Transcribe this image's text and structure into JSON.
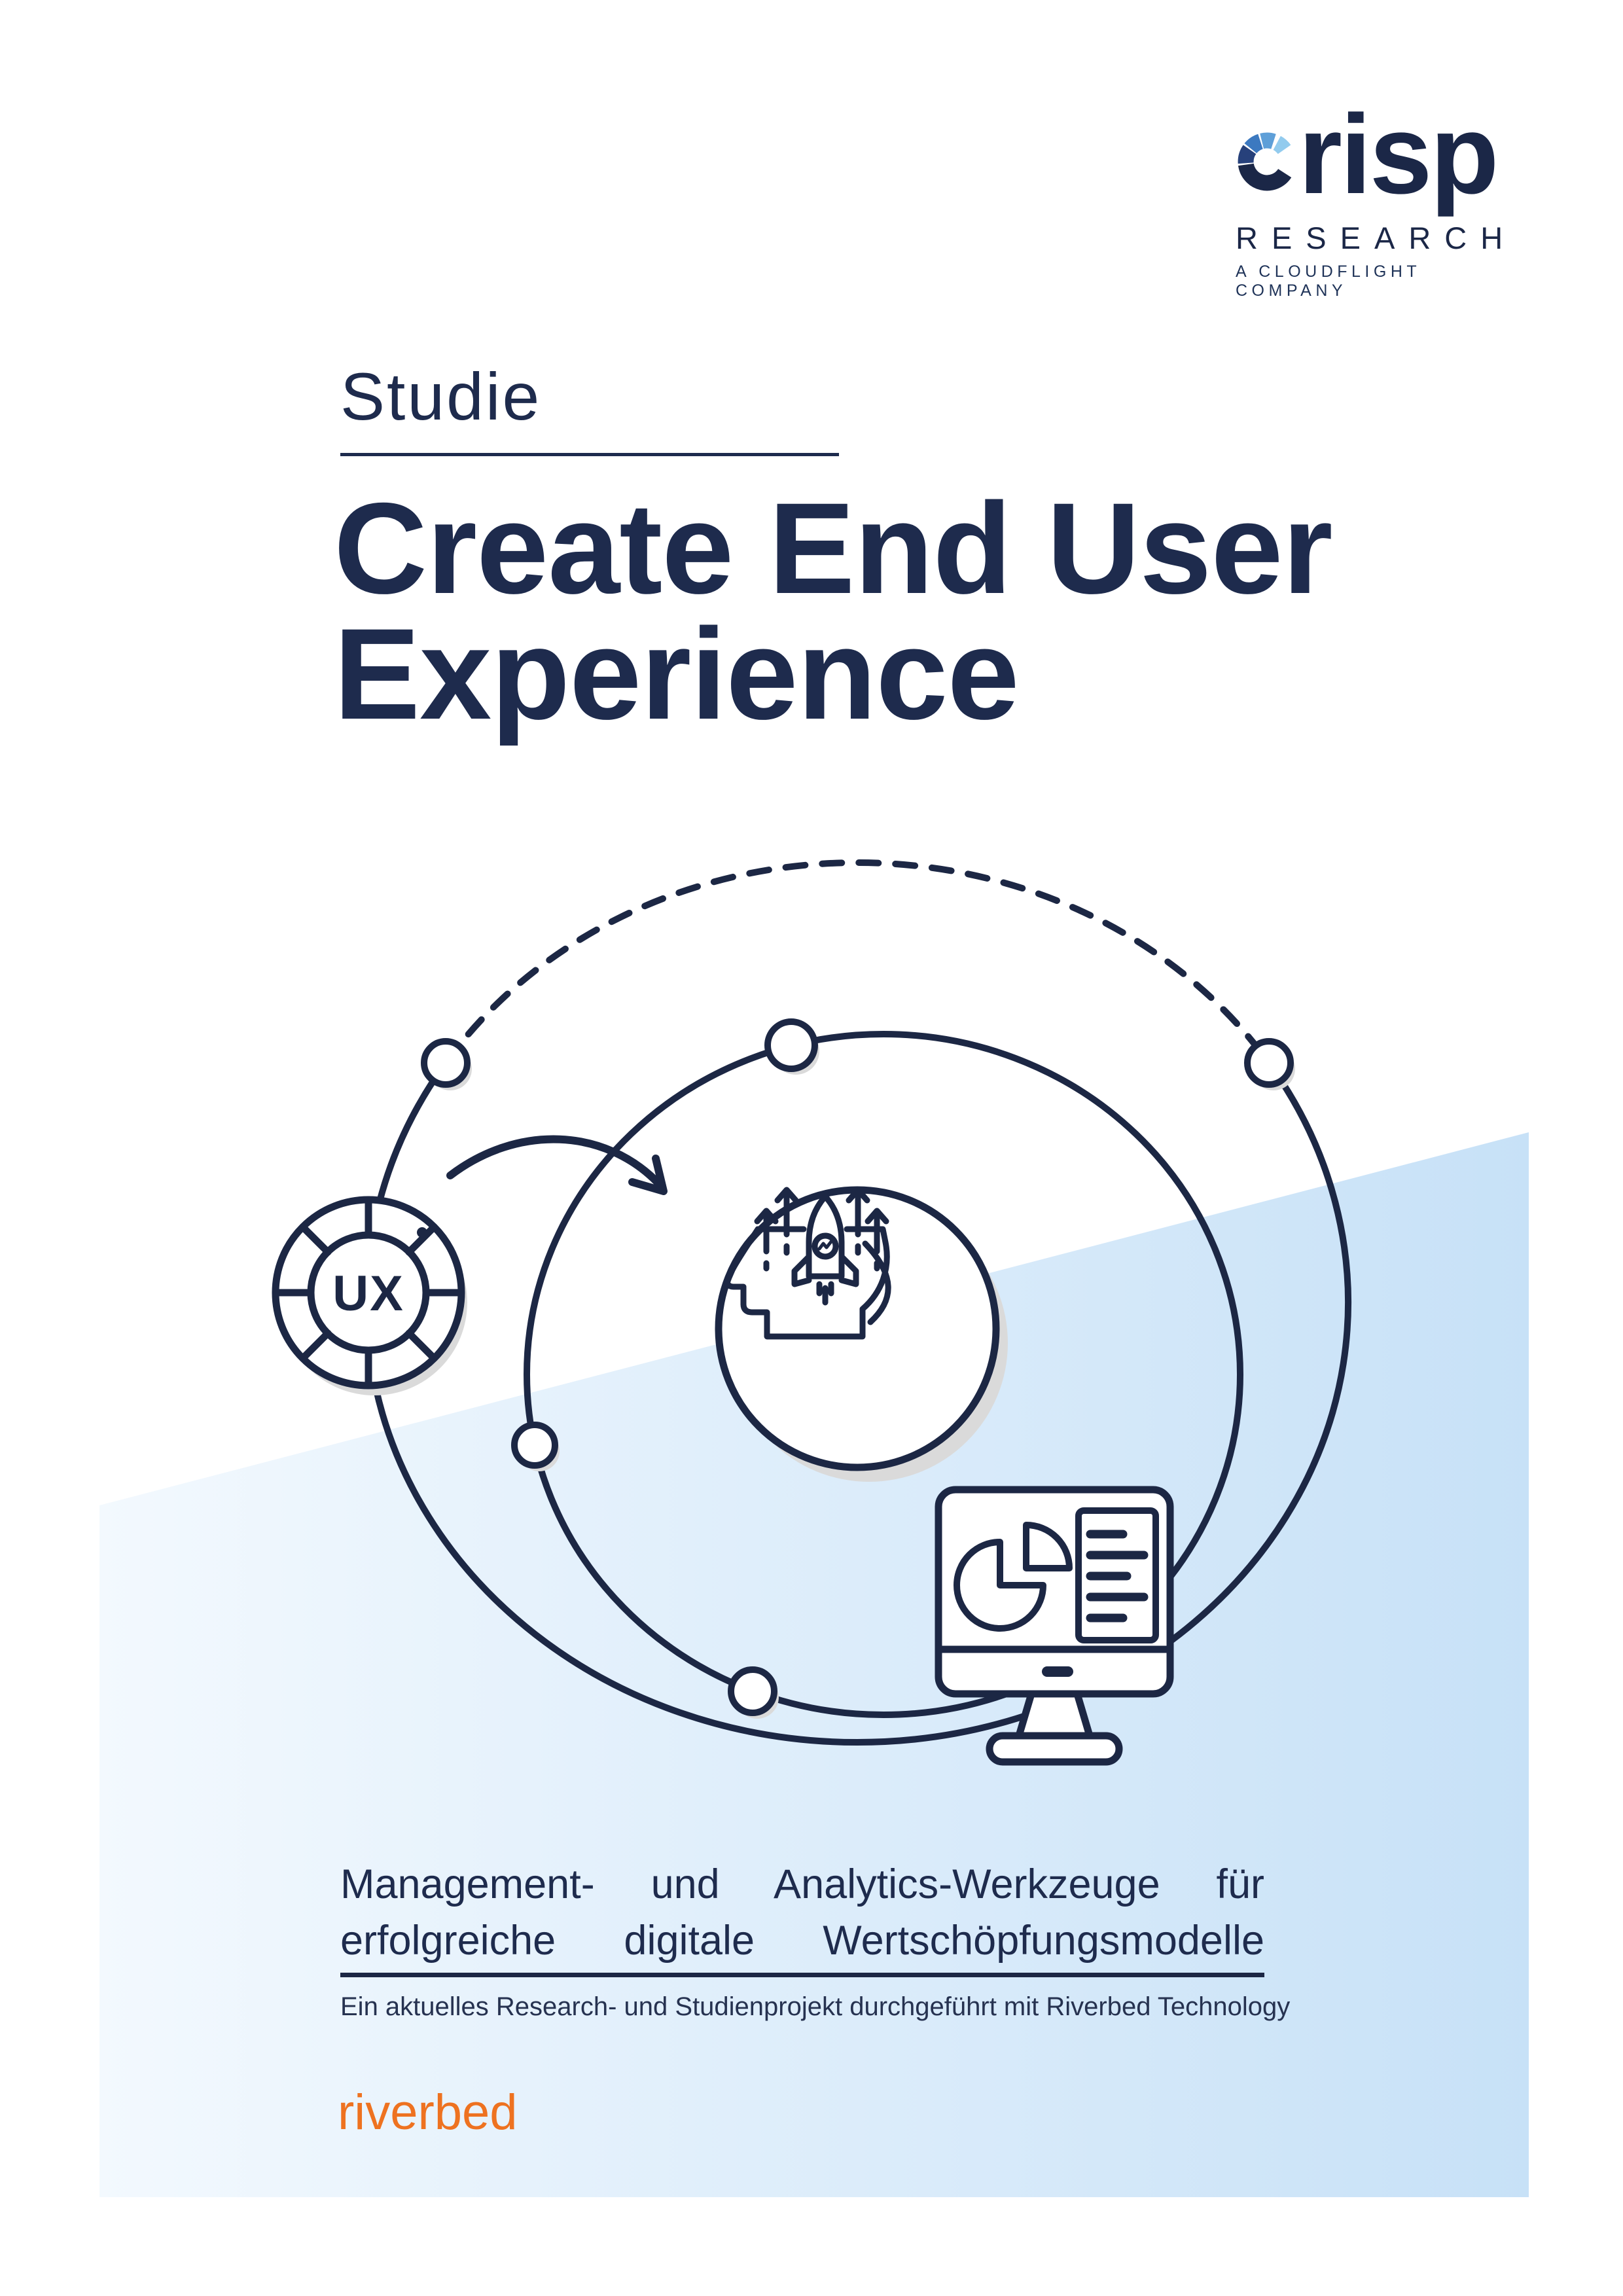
{
  "brand": {
    "name": "crisp",
    "wordmark_risp": "risp",
    "research": "RESEARCH",
    "tagline": "A CLOUDFLIGHT COMPANY",
    "donut_colors": [
      "#1b2747",
      "#27417b",
      "#3c79c0",
      "#5e9fd8",
      "#92cbee"
    ]
  },
  "study": {
    "eyebrow": "Studie",
    "title_line1": "Create End User",
    "title_line2": "Experience"
  },
  "illustration": {
    "ux_label": "UX",
    "icons": [
      "ux-badge-icon",
      "head-rocket-icon",
      "growth-arrows-icon",
      "monitor-analytics-icon",
      "orbit-node-icon"
    ],
    "line_color": "#1c2744",
    "shadow_color": "#dadada",
    "wedge_gradient": [
      "#f3f9fe",
      "#c7e1f7"
    ]
  },
  "subtitle": {
    "line1": "Management- und Analytics-Werkzeuge für",
    "line2": "erfolgreiche digitale Wertschöpfungsmodelle",
    "caption": "Ein aktuelles Research- und Studienprojekt durchgeführt mit Riverbed Technology"
  },
  "partner": {
    "logo_text": "riverbed",
    "logo_color": "#ee7220"
  }
}
